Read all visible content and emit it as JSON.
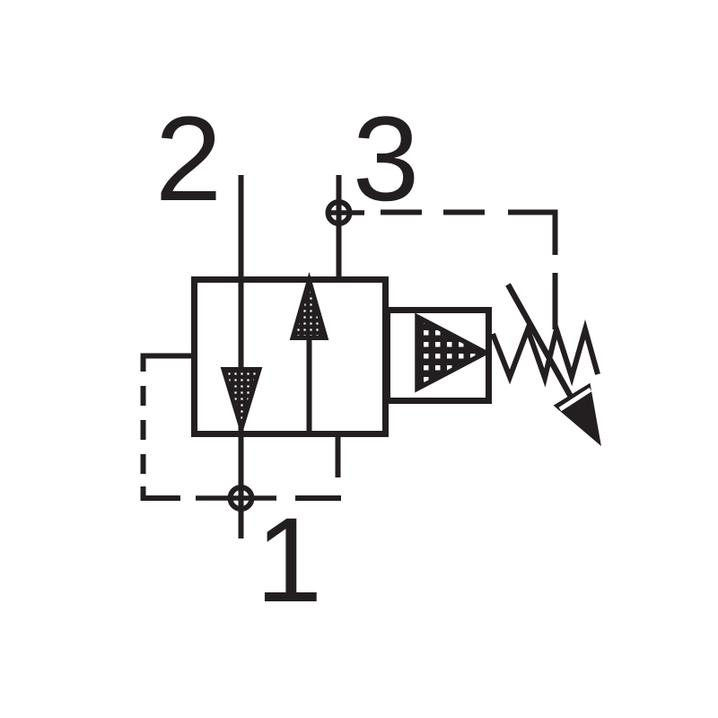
{
  "diagram": {
    "background": "#ffffff",
    "ink_color": "#231f20",
    "ports": {
      "p1": {
        "label": "1"
      },
      "p2": {
        "label": "2"
      },
      "p3": {
        "label": "3"
      }
    },
    "components": [
      "valve-body-box",
      "flow-arrow-down-icon",
      "flow-arrow-up-icon",
      "pilot-actuator-box",
      "pilot-triangle-icon",
      "adjustable-spring-icon",
      "adjustment-arrow-icon",
      "port-1-connection-circle",
      "port-3-connection-circle",
      "dashed-pilot-line-left",
      "dashed-pilot-line-right"
    ]
  }
}
